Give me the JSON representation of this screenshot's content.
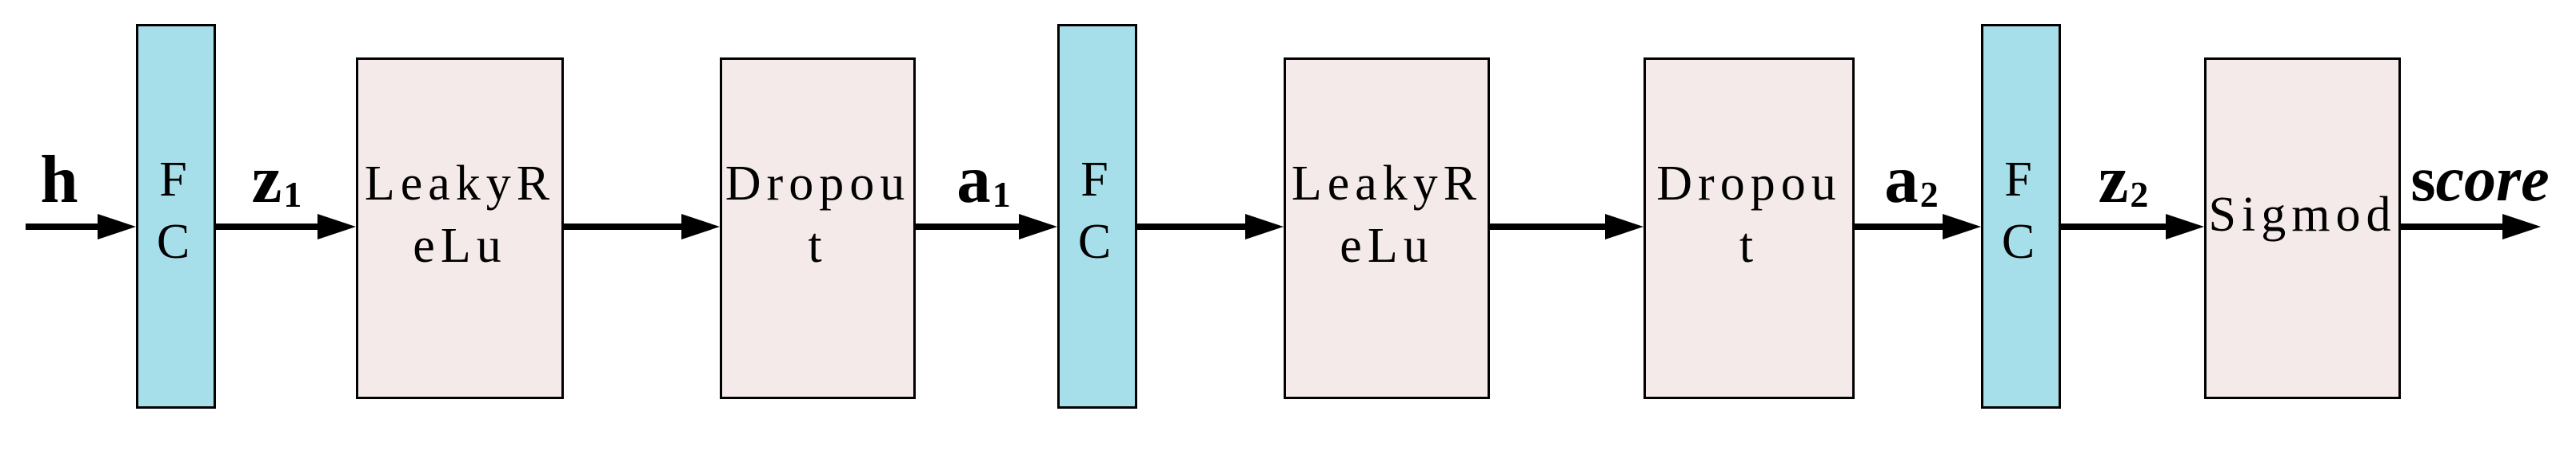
{
  "diagram": {
    "title": "MLP scoring head flow diagram",
    "colors": {
      "fc_fill": "#A6DEE9",
      "op_fill": "#F5EAEA",
      "border": "#000000",
      "arrow": "#000000",
      "background": "#FFFFFF"
    },
    "nodes": {
      "fc1": {
        "type": "FC",
        "lines": [
          "F",
          "C"
        ]
      },
      "lrelu1": {
        "type": "LeakyReLu",
        "lines": [
          "LeakyR",
          "eLu"
        ]
      },
      "drop1": {
        "type": "Dropout",
        "lines": [
          "Dropou",
          "t"
        ]
      },
      "fc2": {
        "type": "FC",
        "lines": [
          "F",
          "C"
        ]
      },
      "lrelu2": {
        "type": "LeakyReLu",
        "lines": [
          "LeakyR",
          "eLu"
        ]
      },
      "drop2": {
        "type": "Dropout",
        "lines": [
          "Dropou",
          "t"
        ]
      },
      "fc3": {
        "type": "FC",
        "lines": [
          "F",
          "C"
        ]
      },
      "sigmod": {
        "type": "Sigmod",
        "lines": [
          "Sigmod"
        ]
      }
    },
    "labels": {
      "input": {
        "main": "h",
        "sub": ""
      },
      "z1": {
        "main": "z",
        "sub": "1"
      },
      "a1": {
        "main": "a",
        "sub": "1"
      },
      "a2": {
        "main": "a",
        "sub": "2"
      },
      "z2": {
        "main": "z",
        "sub": "2"
      },
      "output": {
        "regular": "s",
        "italic": "core"
      }
    },
    "flow_sequence": [
      "h",
      "FC",
      "z1",
      "LeakyReLu",
      "Dropout",
      "a1",
      "FC",
      "LeakyReLu",
      "Dropout",
      "a2",
      "FC",
      "z2",
      "Sigmod",
      "score"
    ]
  }
}
